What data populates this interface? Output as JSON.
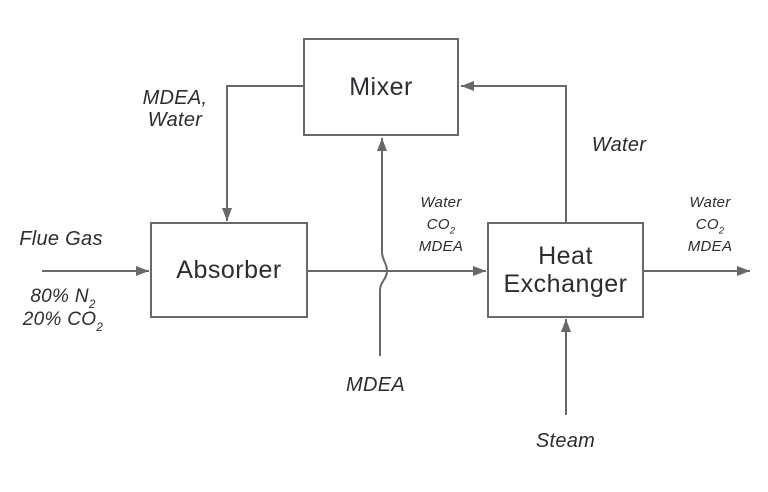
{
  "colors": {
    "line": "#66686a",
    "text": "#2b2d30",
    "background": "#ffffff"
  },
  "units": {
    "mixer": {
      "label": "Mixer"
    },
    "absorber": {
      "label": "Absorber"
    },
    "heat_exchanger": {
      "label_line1": "Heat",
      "label_line2": "Exchanger"
    }
  },
  "streams": {
    "recycle_to_absorber": {
      "line1": "MDEA,",
      "line2": "Water"
    },
    "flue_gas": {
      "name": "Flue Gas",
      "composition": [
        {
          "main": "80% N",
          "sub": "2"
        },
        {
          "main": "20% CO",
          "sub": "2"
        }
      ]
    },
    "absorber_outlet": {
      "line1": "Water",
      "line2_main": "CO",
      "line2_sub": "2",
      "line3": "MDEA"
    },
    "water_recycle": {
      "name": "Water"
    },
    "mdea_feed": {
      "name": "MDEA"
    },
    "hx_outlet": {
      "line1": "Water",
      "line2_main": "CO",
      "line2_sub": "2",
      "line3": "MDEA"
    },
    "steam_feed": {
      "name": "Steam"
    }
  }
}
